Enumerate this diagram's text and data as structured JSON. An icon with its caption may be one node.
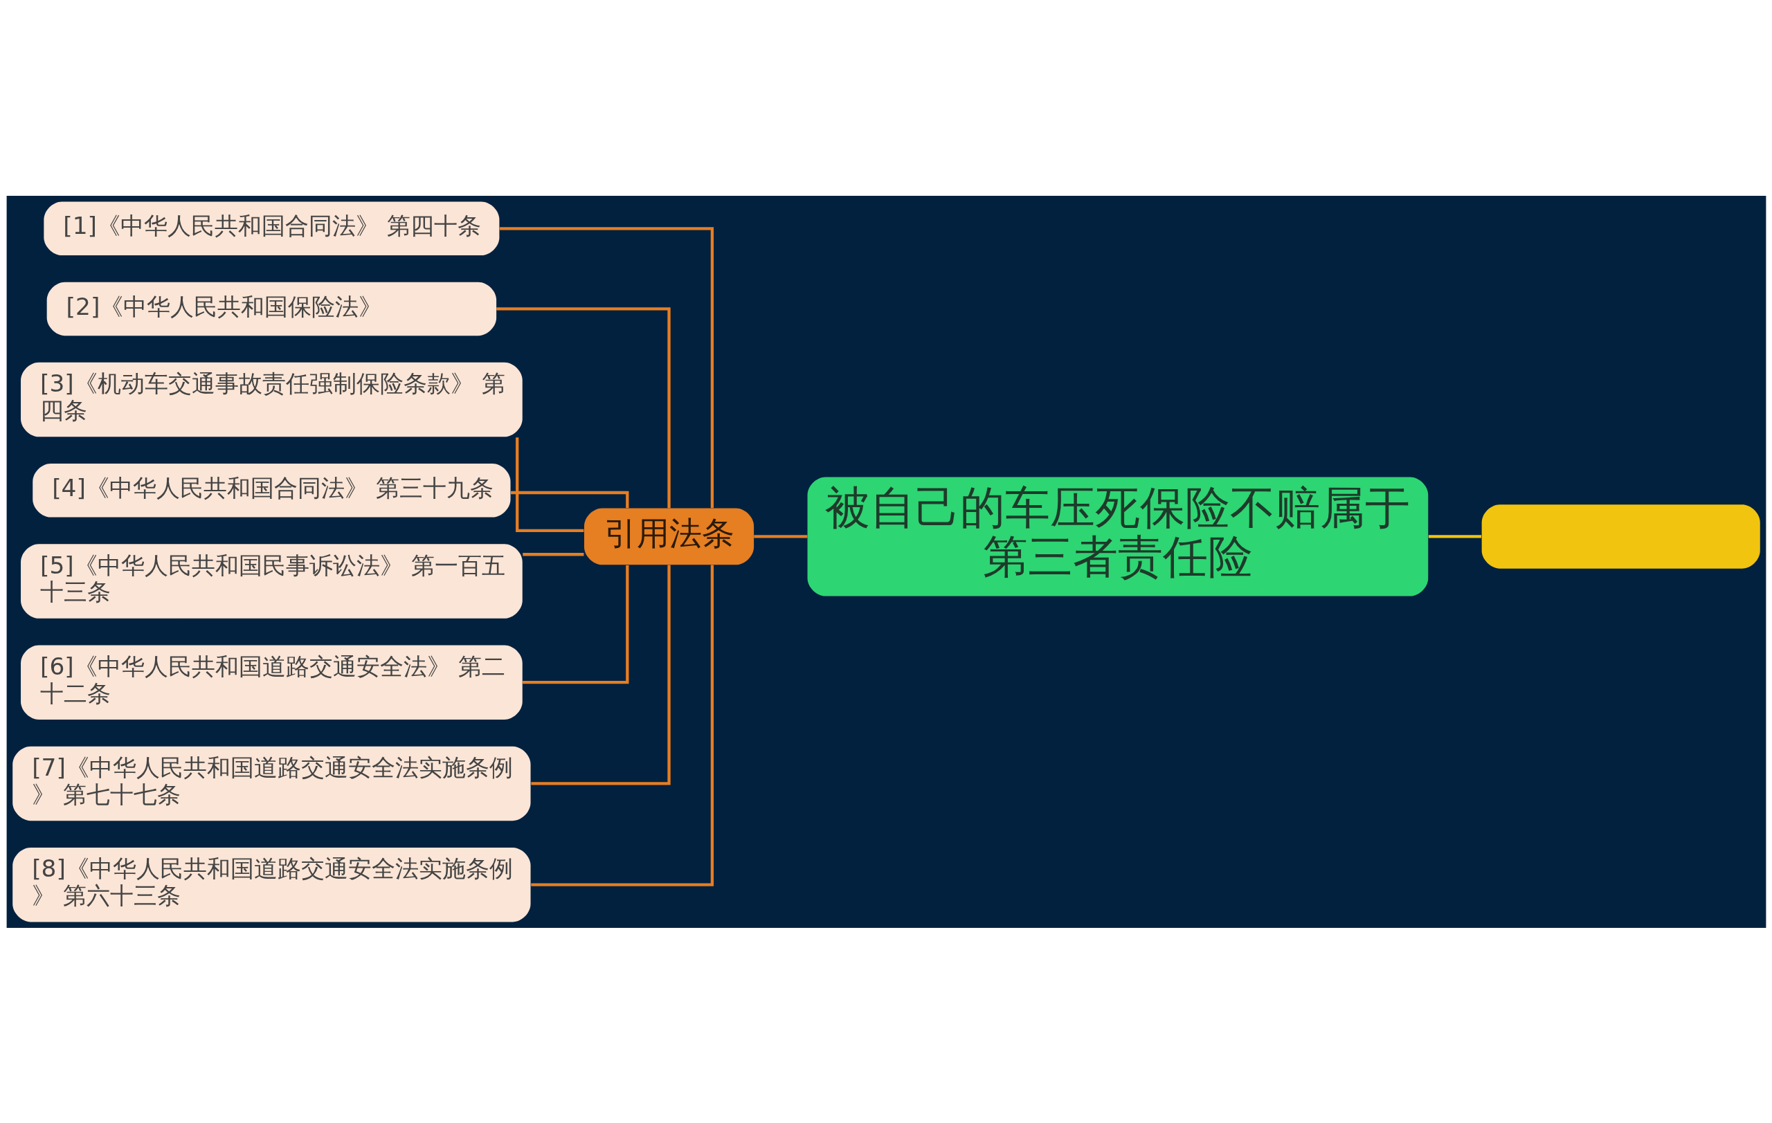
{
  "diagram": {
    "nodes": [
      {
        "text": [
          "被自己的车压死保险不赔属于第三者责任险"
        ]
      },
      {
        "text": [
          "引用法条"
        ]
      },
      {
        "text": [
          "[1]《中华人民共和国合同法》 第四十条"
        ]
      },
      {
        "text": [
          "[2]《中华人民共和国保险法》"
        ]
      },
      {
        "text": [
          "[3]《机动车交通事故责任强制保险条款》 第四条"
        ]
      },
      {
        "text": [
          "[4]《中华人民共和国合同法》 第三十九条"
        ]
      },
      {
        "text": [
          "[5]《中华人民共和国民事诉讼法》 第一百五十三条"
        ]
      },
      {
        "text": [
          "[6]《中华人民共和国道路交通安全法》 第二十二条"
        ]
      },
      {
        "text": [
          "[7]《中华人民共和国道路交通安全法实施条例》 第七十七条"
        ]
      },
      {
        "text": [
          "[8]《中华人民共和国道路交通安全法实施条例》 第六十三条"
        ]
      },
      {
        "text": [],
        "shape": "box"
      }
    ],
    "edges": [
      {
        "from": 0,
        "to": 1,
        "arrow": "none"
      },
      {
        "from": 1,
        "to": 2,
        "arrow": "none"
      },
      {
        "from": 1,
        "to": 3,
        "arrow": "none"
      },
      {
        "from": 1,
        "to": 4,
        "arrow": "none"
      },
      {
        "from": 1,
        "to": 5,
        "arrow": "none"
      },
      {
        "from": 1,
        "to": 6,
        "arrow": "none"
      },
      {
        "from": 1,
        "to": 7,
        "arrow": "none"
      },
      {
        "from": 1,
        "to": 8,
        "arrow": "none"
      },
      {
        "from": 1,
        "to": 9,
        "arrow": "none"
      },
      {
        "from": 0,
        "to": 10,
        "arrow": "none",
        "color": "#f1c40f"
      }
    ]
  }
}
